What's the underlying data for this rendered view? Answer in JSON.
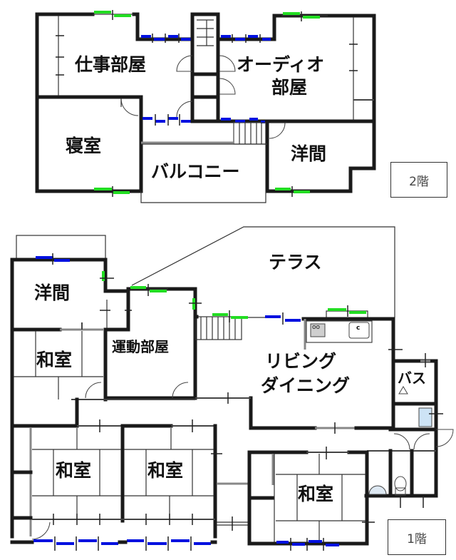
{
  "floor2": {
    "badge": "2階",
    "rooms": {
      "work_room": "仕事部屋",
      "audio_room_line1": "オーディオ",
      "audio_room_line2": "部屋",
      "bedroom": "寝室",
      "balcony": "バルコニー",
      "western_room": "洋間"
    }
  },
  "floor1": {
    "badge": "1階",
    "rooms": {
      "terrace": "テラス",
      "western_room": "洋間",
      "japanese_room_small": "和室",
      "exercise_room": "運動部屋",
      "living_line1": "リビング",
      "living_line2": "ダイニング",
      "bath": "バス",
      "japanese_room_1": "和室",
      "japanese_room_2": "和室",
      "japanese_room_3": "和室"
    },
    "kitchen": {
      "stove_label": "oo",
      "sink_label": "c"
    }
  },
  "colors": {
    "wall": "#1a1a1a",
    "window_green": "#22dd22",
    "window_blue": "#0010e0"
  }
}
